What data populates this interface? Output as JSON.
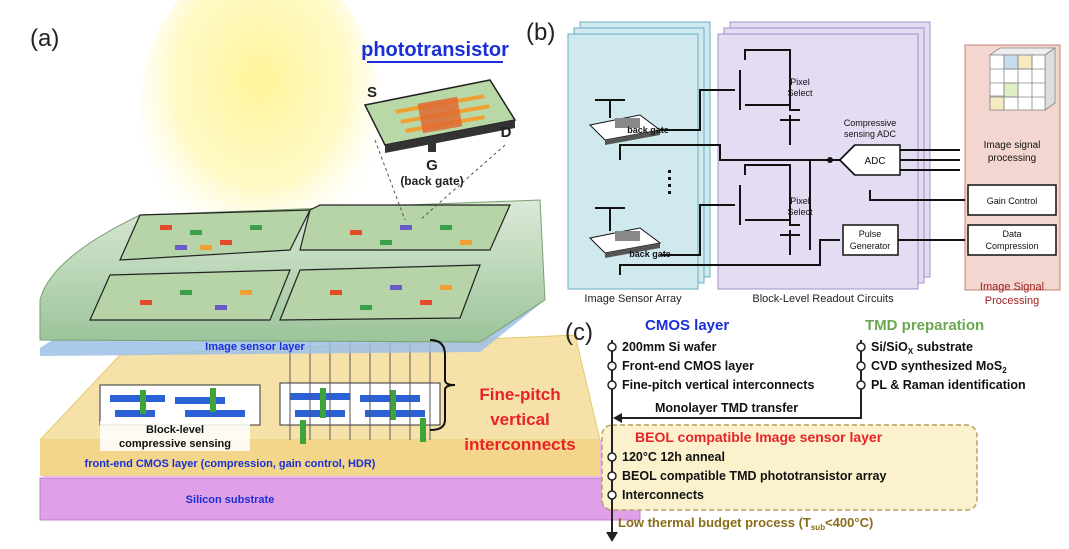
{
  "labels": {
    "a": "(a)",
    "b": "(b)",
    "c": "(c)"
  },
  "panel_a": {
    "phototransistor": "phototransistor",
    "source": "S",
    "drain": "D",
    "gate": "G",
    "gate_note": "(back gate)",
    "image_sensor_layer": "Image sensor layer",
    "block_level": "Block-level",
    "compressive_sensing": "compressive sensing",
    "front_end": "front-end CMOS layer (compression, gain control, HDR)",
    "silicon_substrate": "Silicon substrate",
    "fine_pitch_1": "Fine-pitch",
    "fine_pitch_2": "vertical",
    "fine_pitch_3": "interconnects"
  },
  "panel_b": {
    "back_gate_top": "back gate",
    "back_gate_bottom": "back gate",
    "pixel_select_top_1": "Pixel",
    "pixel_select_top_2": "Select",
    "pixel_select_bot_1": "Pixel",
    "pixel_select_bot_2": "Select",
    "compressive_1": "Compressive",
    "compressive_2": "sensing ADC",
    "adc": "ADC",
    "pulse_1": "Pulse",
    "pulse_2": "Generator",
    "isp_1": "Image signal",
    "isp_2": "processing",
    "gain_control": "Gain Control",
    "data_1": "Data",
    "data_2": "Compression",
    "image_sensor_array": "Image Sensor Array",
    "readout": "Block-Level Readout Circuits",
    "isp_bottom_1": "Image Signal",
    "isp_bottom_2": "Processing"
  },
  "panel_c": {
    "cmos_title": "CMOS layer",
    "tmd_title": "TMD preparation",
    "cmos_items": [
      "200mm Si wafer",
      "Front-end CMOS layer",
      "Fine-pitch vertical interconnects"
    ],
    "tmd_item_1_pre": "Si/SiO",
    "tmd_item_1_sub": "X",
    "tmd_item_1_post": " substrate",
    "tmd_item_2_pre": "CVD synthesized MoS",
    "tmd_item_2_sub": "2",
    "tmd_item_3": "PL & Raman identification",
    "transfer": "Monolayer TMD transfer",
    "beol_title": "BEOL compatible Image sensor layer",
    "beol_items": [
      "120°C 12h anneal",
      "BEOL compatible TMD phototransistor array",
      "Interconnects"
    ],
    "thermal_pre": "Low thermal budget process (T",
    "thermal_sub": "sub",
    "thermal_post": "<400°C)"
  },
  "colors": {
    "cmos_blue": "#1a2fd6",
    "tmd_green": "#6aa84f",
    "red": "#e8222a",
    "olive": "#8a6d1a",
    "beol_bg": "#fbf1cc",
    "sensor_teal": "#cfe9ee",
    "readout_purple": "#e3dcf2",
    "isp_pink": "#f3d6d0"
  }
}
